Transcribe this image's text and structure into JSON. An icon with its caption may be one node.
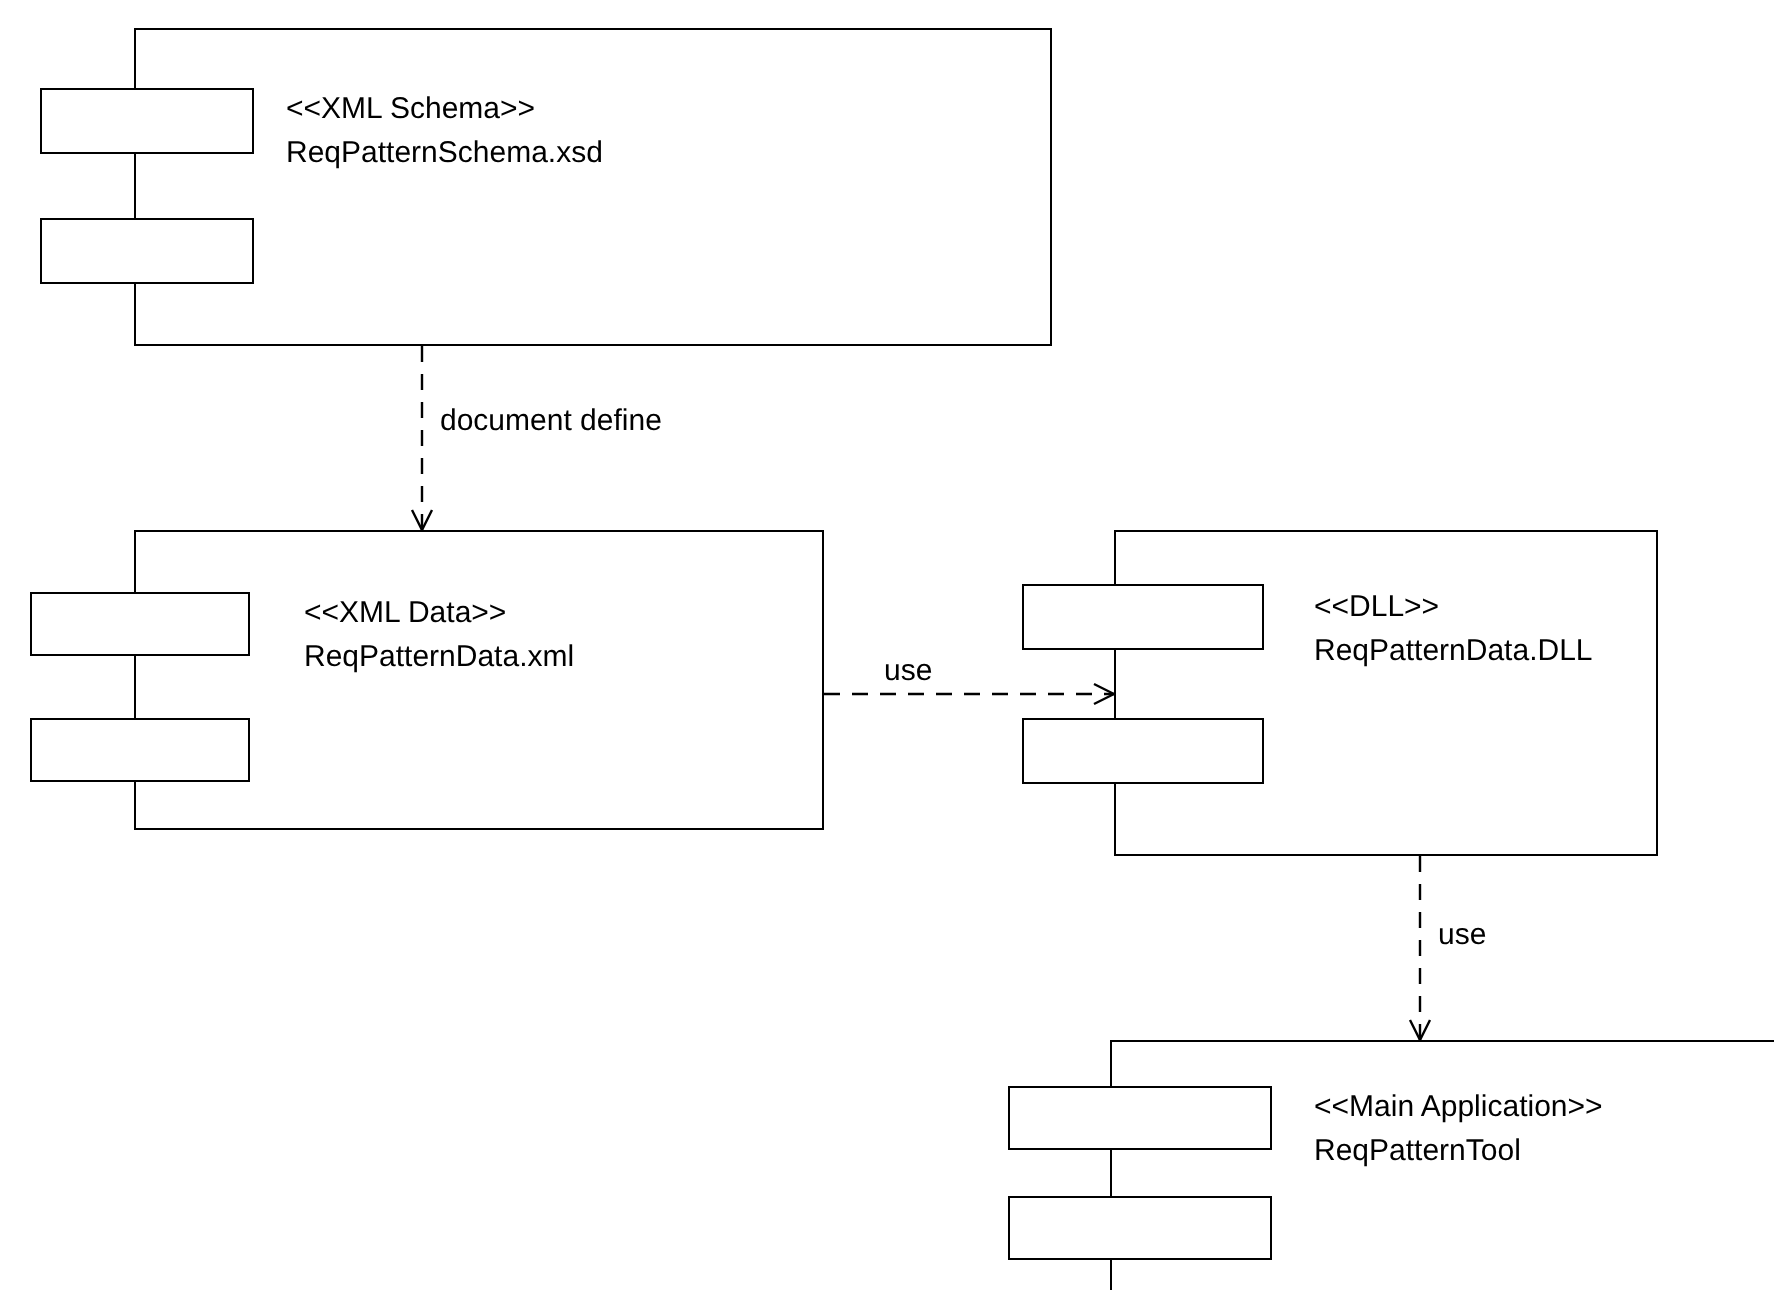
{
  "diagram": {
    "nodes": [
      {
        "text": [
          "<<XML Schema>>",
          "ReqPatternSchema.xsd"
        ]
      },
      {
        "text": [
          "<<XML Data>>",
          "ReqPatternData.xml"
        ]
      },
      {
        "text": [
          "<<DLL>>",
          "ReqPatternData.DLL"
        ]
      },
      {
        "text": [
          "<<Main Application>>",
          "ReqPatternTool"
        ]
      }
    ],
    "edges": [
      {
        "from": 0,
        "to": 1,
        "arrow": "to",
        "style": "dashed",
        "label": "document define"
      },
      {
        "from": 1,
        "to": 2,
        "arrow": "to",
        "style": "dashed",
        "label": "use"
      },
      {
        "from": 2,
        "to": 3,
        "arrow": "to",
        "style": "dashed",
        "label": "use"
      }
    ]
  }
}
